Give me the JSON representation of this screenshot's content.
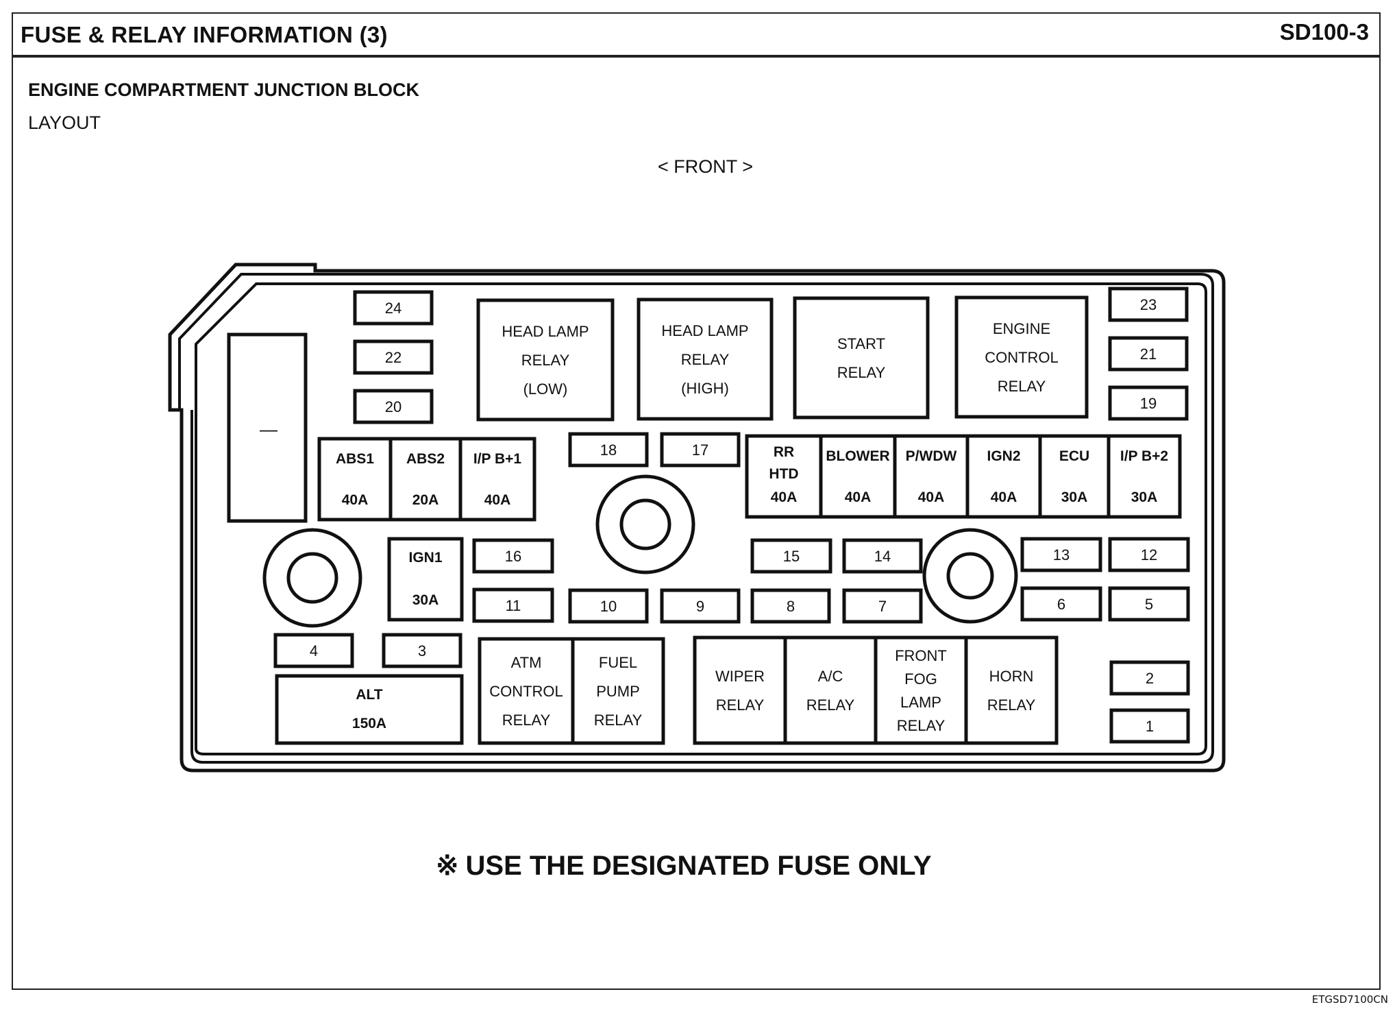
{
  "header": {
    "title": "FUSE & RELAY INFORMATION (3)",
    "code": "SD100-3"
  },
  "section": {
    "title": "ENGINE COMPARTMENT JUNCTION BLOCK",
    "subtitle": "LAYOUT"
  },
  "diagram": {
    "front_label": "< FRONT >",
    "empty_slot_label": "—",
    "small_fuses": [
      "24",
      "22",
      "20",
      "23",
      "21",
      "19",
      "18",
      "17",
      "16",
      "11",
      "10",
      "9",
      "8",
      "7",
      "15",
      "14",
      "13",
      "12",
      "6",
      "5",
      "4",
      "3",
      "2",
      "1"
    ],
    "relays": [
      [
        "HEAD LAMP",
        "RELAY",
        "(LOW)"
      ],
      [
        "HEAD LAMP",
        "RELAY",
        "(HIGH)"
      ],
      [
        "START",
        "RELAY"
      ],
      [
        "ENGINE",
        "CONTROL",
        "RELAY"
      ],
      [
        "ATM",
        "CONTROL",
        "RELAY"
      ],
      [
        "FUEL",
        "PUMP",
        "RELAY"
      ],
      [
        "WIPER",
        "RELAY"
      ],
      [
        "A/C",
        "RELAY"
      ],
      [
        "FRONT",
        "FOG",
        "LAMP",
        "RELAY"
      ],
      [
        "HORN",
        "RELAY"
      ]
    ],
    "fusible_links": [
      {
        "name": "ABS1",
        "rating": "40A"
      },
      {
        "name": "ABS2",
        "rating": "20A"
      },
      {
        "name": "I/P B+1",
        "rating": "40A"
      },
      {
        "name": "RR HTD",
        "rating": "40A"
      },
      {
        "name": "BLOWER",
        "rating": "40A"
      },
      {
        "name": "P/WDW",
        "rating": "40A"
      },
      {
        "name": "IGN2",
        "rating": "40A"
      },
      {
        "name": "ECU",
        "rating": "30A"
      },
      {
        "name": "I/P B+2",
        "rating": "30A"
      },
      {
        "name": "IGN1",
        "rating": "30A"
      },
      {
        "name": "ALT",
        "rating": "150A"
      }
    ]
  },
  "notice": {
    "mark": "※",
    "text": "USE THE DESIGNATED FUSE ONLY"
  },
  "footer": {
    "code": "ETGSD7100CN"
  }
}
